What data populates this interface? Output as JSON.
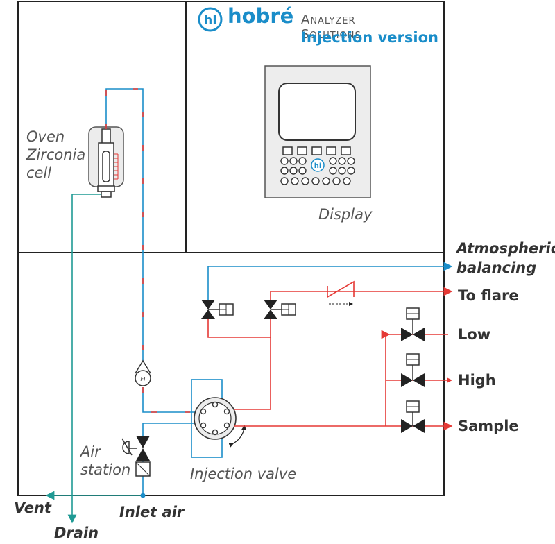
{
  "brand": {
    "logo_glyph": "hi",
    "name": "hobré",
    "tagline": "Analyzer Solutions",
    "version": "Injection version",
    "accent_color": "#1a8dc9"
  },
  "labels": {
    "oven": [
      "Oven",
      "Zirconia",
      "cell"
    ],
    "display": "Display",
    "air_station": [
      "Air",
      "station"
    ],
    "injection_valve": "Injection valve",
    "atmospheric": [
      "Atmospheric",
      "balancing"
    ],
    "to_flare": "To flare",
    "low": "Low",
    "high": "High",
    "sample": "Sample",
    "vent": "Vent",
    "drain": "Drain",
    "inlet_air": "Inlet air",
    "flow_indicator": "FI",
    "display_logo": "hi"
  },
  "colors": {
    "sample_line": "#e53935",
    "air_line": "#1a8dc9",
    "drain_line": "#1f9a94",
    "frame": "#222222"
  }
}
